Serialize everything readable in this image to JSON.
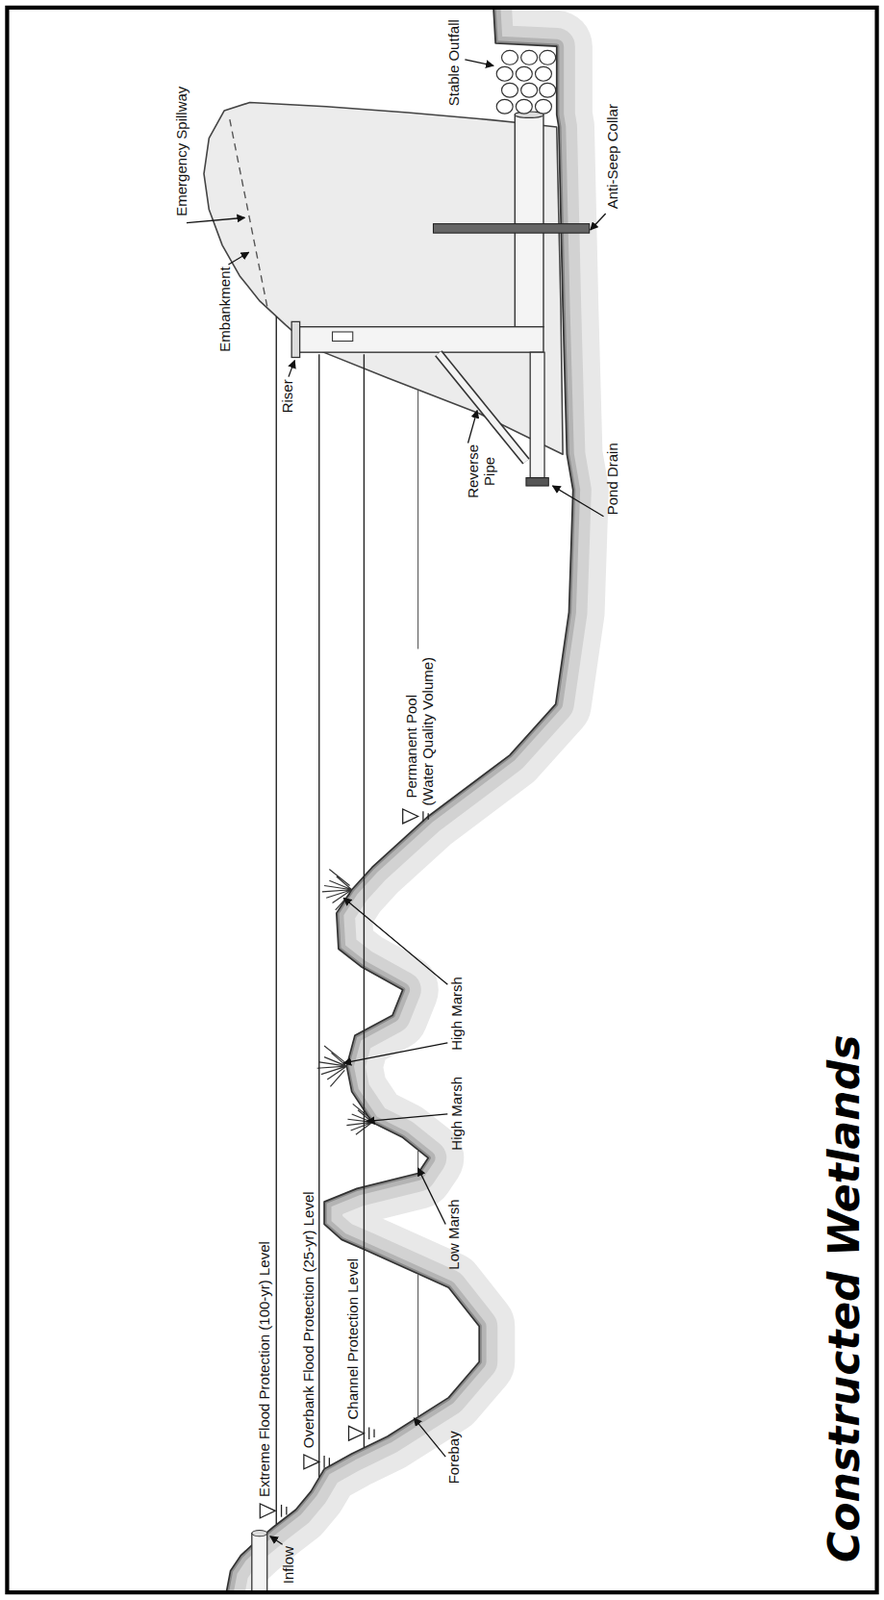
{
  "diagram": {
    "title": "Constructed Wetlands",
    "labels": [
      "Extreme Flood Protection (100-yr) Level",
      "Overbank Flood Protection (25-yr) Level",
      "Channel Protection Level",
      "Permanent Pool (Water Quality Volume)",
      "Riser",
      "Embankment",
      "Emergency Spillway",
      "Inflow",
      "Forebay",
      "Low Marsh",
      "High Marsh",
      "High Marsh",
      "Reverse Pipe",
      "Pond Drain",
      "Anti-Seep Collar",
      "Stable Outfall"
    ]
  }
}
